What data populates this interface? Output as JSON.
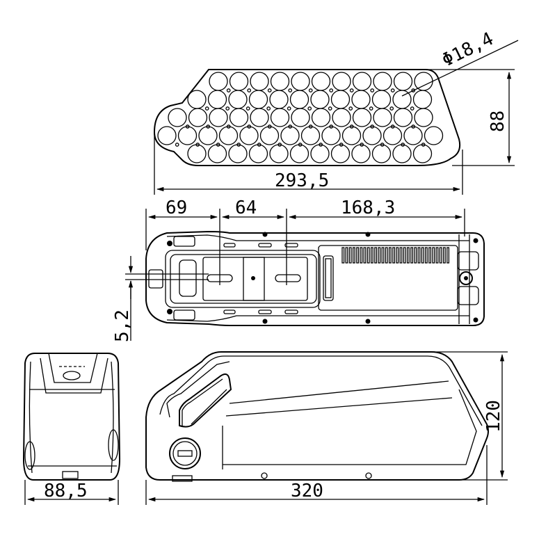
{
  "drawing": {
    "cell_pack": {
      "diameter_label": "Φ18,4",
      "height_label": "88",
      "width_label": "293,5"
    },
    "top_view": {
      "left_label": "69",
      "middle_label": "64",
      "right_label": "168,3",
      "offset_label": "5,2"
    },
    "end_view": {
      "width_label": "88,5"
    },
    "side_view": {
      "height_label": "120",
      "length_label": "320"
    }
  },
  "colors": {
    "line": "#000000",
    "background": "#ffffff"
  }
}
